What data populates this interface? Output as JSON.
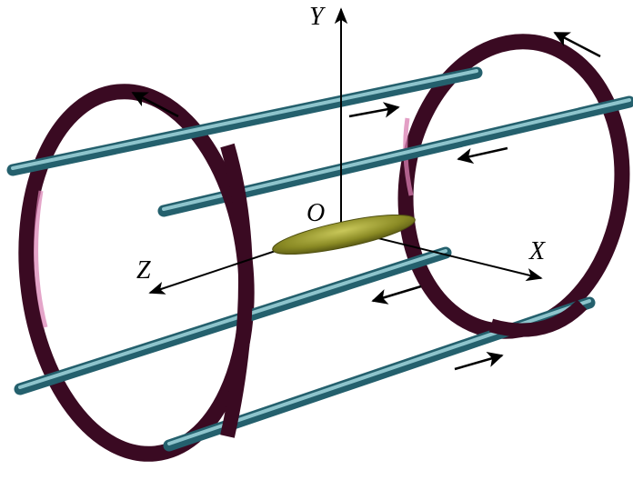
{
  "axes": {
    "y_label": "Y",
    "x_label": "X",
    "z_label": "Z",
    "origin_label": "O"
  },
  "colors": {
    "ring": "#3a0a22",
    "ring_highlight": "#d97fb2",
    "rod": "#4f98a6",
    "rod_highlight": "#a9dde4",
    "rod_shadow": "#24606d",
    "ellipsoid": "#8a8a24",
    "ellipsoid_highlight": "#c9c85a",
    "arrow": "#000000"
  },
  "elements": {
    "rings": 2,
    "rods": 4,
    "current_arrows": 6
  }
}
